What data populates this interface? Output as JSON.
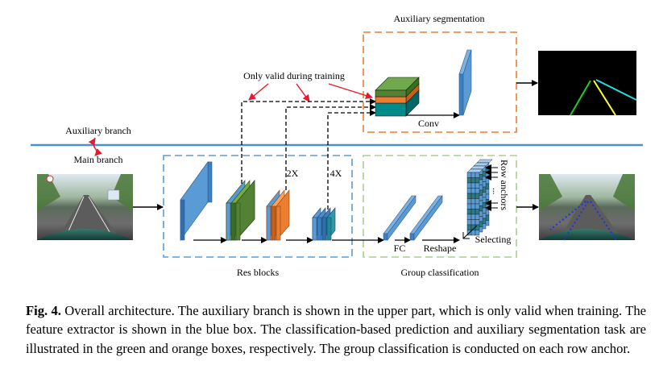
{
  "diagram": {
    "aux_seg_label": "Auxiliary segmentation",
    "train_note": "Only valid during training",
    "aux_branch_label": "Auxiliary branch",
    "main_branch_label": "Main branch",
    "conv_label": "Conv",
    "scale_2x": "2X",
    "scale_4x": "4X",
    "res_blocks_label": "Res blocks",
    "fc_label": "FC",
    "reshape_label": "Reshape",
    "row_anchors_label": "Row anchors",
    "dots": "...",
    "selecting_label": "Selecting",
    "group_cls_label": "Group classification",
    "colors": {
      "blue_branch_line": "#4a90d9",
      "res_box": "#5b9bd5",
      "cls_box": "#a9d18e",
      "seg_box": "#ed7d31",
      "block_blue": "#5b9bd5",
      "block_green": "#548235",
      "block_orange": "#ed7d31",
      "block_teal": "#008080",
      "arrow_red": "#e8192c",
      "lane_green": "#22cc22",
      "lane_yellow": "#ffff33",
      "lane_cyan": "#22dddd"
    }
  },
  "caption": {
    "label": "Fig. 4.",
    "text": " Overall architecture. The auxiliary branch is shown in the upper part, which is only valid when training. The feature extractor is shown in the blue box. The classification-based prediction and auxiliary segmentation task are illustrated in the green and orange boxes, respectively. The group classification is conducted on each row anchor."
  }
}
